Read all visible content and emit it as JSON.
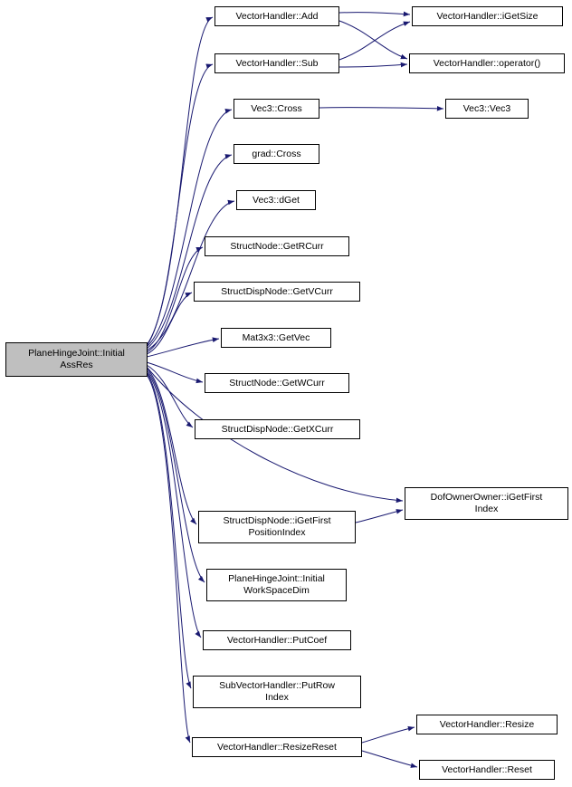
{
  "diagram": {
    "type": "doxygen-call-graph",
    "colors": {
      "edge": "#191970",
      "root_fill": "#bfbfbf",
      "node_fill": "#ffffff",
      "node_border": "#000000"
    },
    "root": {
      "lines": [
        "PlaneHingeJoint::Initial",
        "AssRes"
      ]
    },
    "nodes": {
      "add": {
        "label": "VectorHandler::Add"
      },
      "sub": {
        "label": "VectorHandler::Sub"
      },
      "vec3_cross": {
        "label": "Vec3::Cross"
      },
      "grad_cross": {
        "label": "grad::Cross"
      },
      "dget": {
        "label": "Vec3::dGet"
      },
      "getrcurr": {
        "label": "StructNode::GetRCurr"
      },
      "getvcurr": {
        "label": "StructDispNode::GetVCurr"
      },
      "getvec": {
        "label": "Mat3x3::GetVec"
      },
      "getwcurr": {
        "label": "StructNode::GetWCurr"
      },
      "getxcurr": {
        "label": "StructDispNode::GetXCurr"
      },
      "igetfirstpos": {
        "lines": [
          "StructDispNode::iGetFirst",
          "PositionIndex"
        ]
      },
      "workspacedim": {
        "lines": [
          "PlaneHingeJoint::Initial",
          "WorkSpaceDim"
        ]
      },
      "putcoef": {
        "label": "VectorHandler::PutCoef"
      },
      "putrowindex": {
        "lines": [
          "SubVectorHandler::PutRow",
          "Index"
        ]
      },
      "resizereset": {
        "label": "VectorHandler::ResizeReset"
      },
      "igetsize": {
        "label": "VectorHandler::iGetSize"
      },
      "operator": {
        "label": "VectorHandler::operator()"
      },
      "vec3_vec3": {
        "label": "Vec3::Vec3"
      },
      "igetfirstindex": {
        "lines": [
          "DofOwnerOwner::iGetFirst",
          "Index"
        ]
      },
      "resize": {
        "label": "VectorHandler::Resize"
      },
      "reset": {
        "label": "VectorHandler::Reset"
      }
    },
    "edges": [
      {
        "from": "PlaneHingeJoint::InitialAssRes",
        "to": "VectorHandler::Add"
      },
      {
        "from": "PlaneHingeJoint::InitialAssRes",
        "to": "VectorHandler::Sub"
      },
      {
        "from": "PlaneHingeJoint::InitialAssRes",
        "to": "Vec3::Cross"
      },
      {
        "from": "PlaneHingeJoint::InitialAssRes",
        "to": "grad::Cross"
      },
      {
        "from": "PlaneHingeJoint::InitialAssRes",
        "to": "Vec3::dGet"
      },
      {
        "from": "PlaneHingeJoint::InitialAssRes",
        "to": "StructNode::GetRCurr"
      },
      {
        "from": "PlaneHingeJoint::InitialAssRes",
        "to": "StructDispNode::GetVCurr"
      },
      {
        "from": "PlaneHingeJoint::InitialAssRes",
        "to": "Mat3x3::GetVec"
      },
      {
        "from": "PlaneHingeJoint::InitialAssRes",
        "to": "StructNode::GetWCurr"
      },
      {
        "from": "PlaneHingeJoint::InitialAssRes",
        "to": "StructDispNode::GetXCurr"
      },
      {
        "from": "PlaneHingeJoint::InitialAssRes",
        "to": "DofOwnerOwner::iGetFirstIndex"
      },
      {
        "from": "PlaneHingeJoint::InitialAssRes",
        "to": "StructDispNode::iGetFirstPositionIndex"
      },
      {
        "from": "PlaneHingeJoint::InitialAssRes",
        "to": "PlaneHingeJoint::InitialWorkSpaceDim"
      },
      {
        "from": "PlaneHingeJoint::InitialAssRes",
        "to": "VectorHandler::PutCoef"
      },
      {
        "from": "PlaneHingeJoint::InitialAssRes",
        "to": "SubVectorHandler::PutRowIndex"
      },
      {
        "from": "PlaneHingeJoint::InitialAssRes",
        "to": "VectorHandler::ResizeReset"
      },
      {
        "from": "VectorHandler::Add",
        "to": "VectorHandler::iGetSize"
      },
      {
        "from": "VectorHandler::Add",
        "to": "VectorHandler::operator()"
      },
      {
        "from": "VectorHandler::Sub",
        "to": "VectorHandler::iGetSize"
      },
      {
        "from": "VectorHandler::Sub",
        "to": "VectorHandler::operator()"
      },
      {
        "from": "Vec3::Cross",
        "to": "Vec3::Vec3"
      },
      {
        "from": "StructDispNode::iGetFirstPositionIndex",
        "to": "DofOwnerOwner::iGetFirstIndex"
      },
      {
        "from": "VectorHandler::ResizeReset",
        "to": "VectorHandler::Resize"
      },
      {
        "from": "VectorHandler::ResizeReset",
        "to": "VectorHandler::Reset"
      }
    ]
  }
}
